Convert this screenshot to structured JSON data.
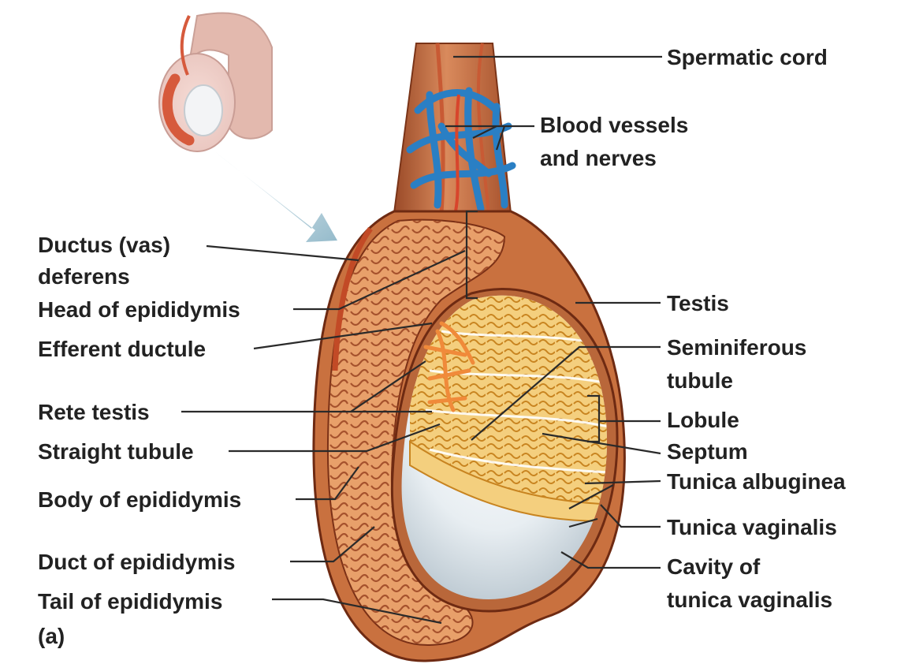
{
  "colors": {
    "background": "#ffffff",
    "label_text": "#222222",
    "leader_line": "#2a2a2a",
    "epididymis_tissue": "#d9905e",
    "epididymis_outline": "#8a3a1c",
    "seminiferous_tubules": "#f2c15a",
    "rete_testis": "#f08a3a",
    "blood_vessels": "#2a7fc4",
    "artery": "#d8452c",
    "tunica_albuginea": "#e6ecf0",
    "arrow": "#9cc1d1"
  },
  "labels": {
    "spermatic_cord": "Spermatic cord",
    "blood_vessels_line1": "Blood vessels",
    "blood_vessels_line2": "and nerves",
    "ductus_line1": "Ductus (vas)",
    "ductus_line2": "deferens",
    "head_epididymis": "Head of epididymis",
    "efferent_ductule": "Efferent ductule",
    "rete_testis": "Rete testis",
    "straight_tubule": "Straight tubule",
    "body_epididymis": "Body of epididymis",
    "duct_epididymis": "Duct of epididymis",
    "tail_epididymis": "Tail of epididymis",
    "panel": "(a)",
    "testis": "Testis",
    "seminiferous_line1": "Seminiferous",
    "seminiferous_line2": "tubule",
    "lobule": "Lobule",
    "septum": "Septum",
    "tunica_albuginea": "Tunica albuginea",
    "tunica_vaginalis": "Tunica vaginalis",
    "cavity_line1": "Cavity of",
    "cavity_line2": "tunica vaginalis"
  }
}
